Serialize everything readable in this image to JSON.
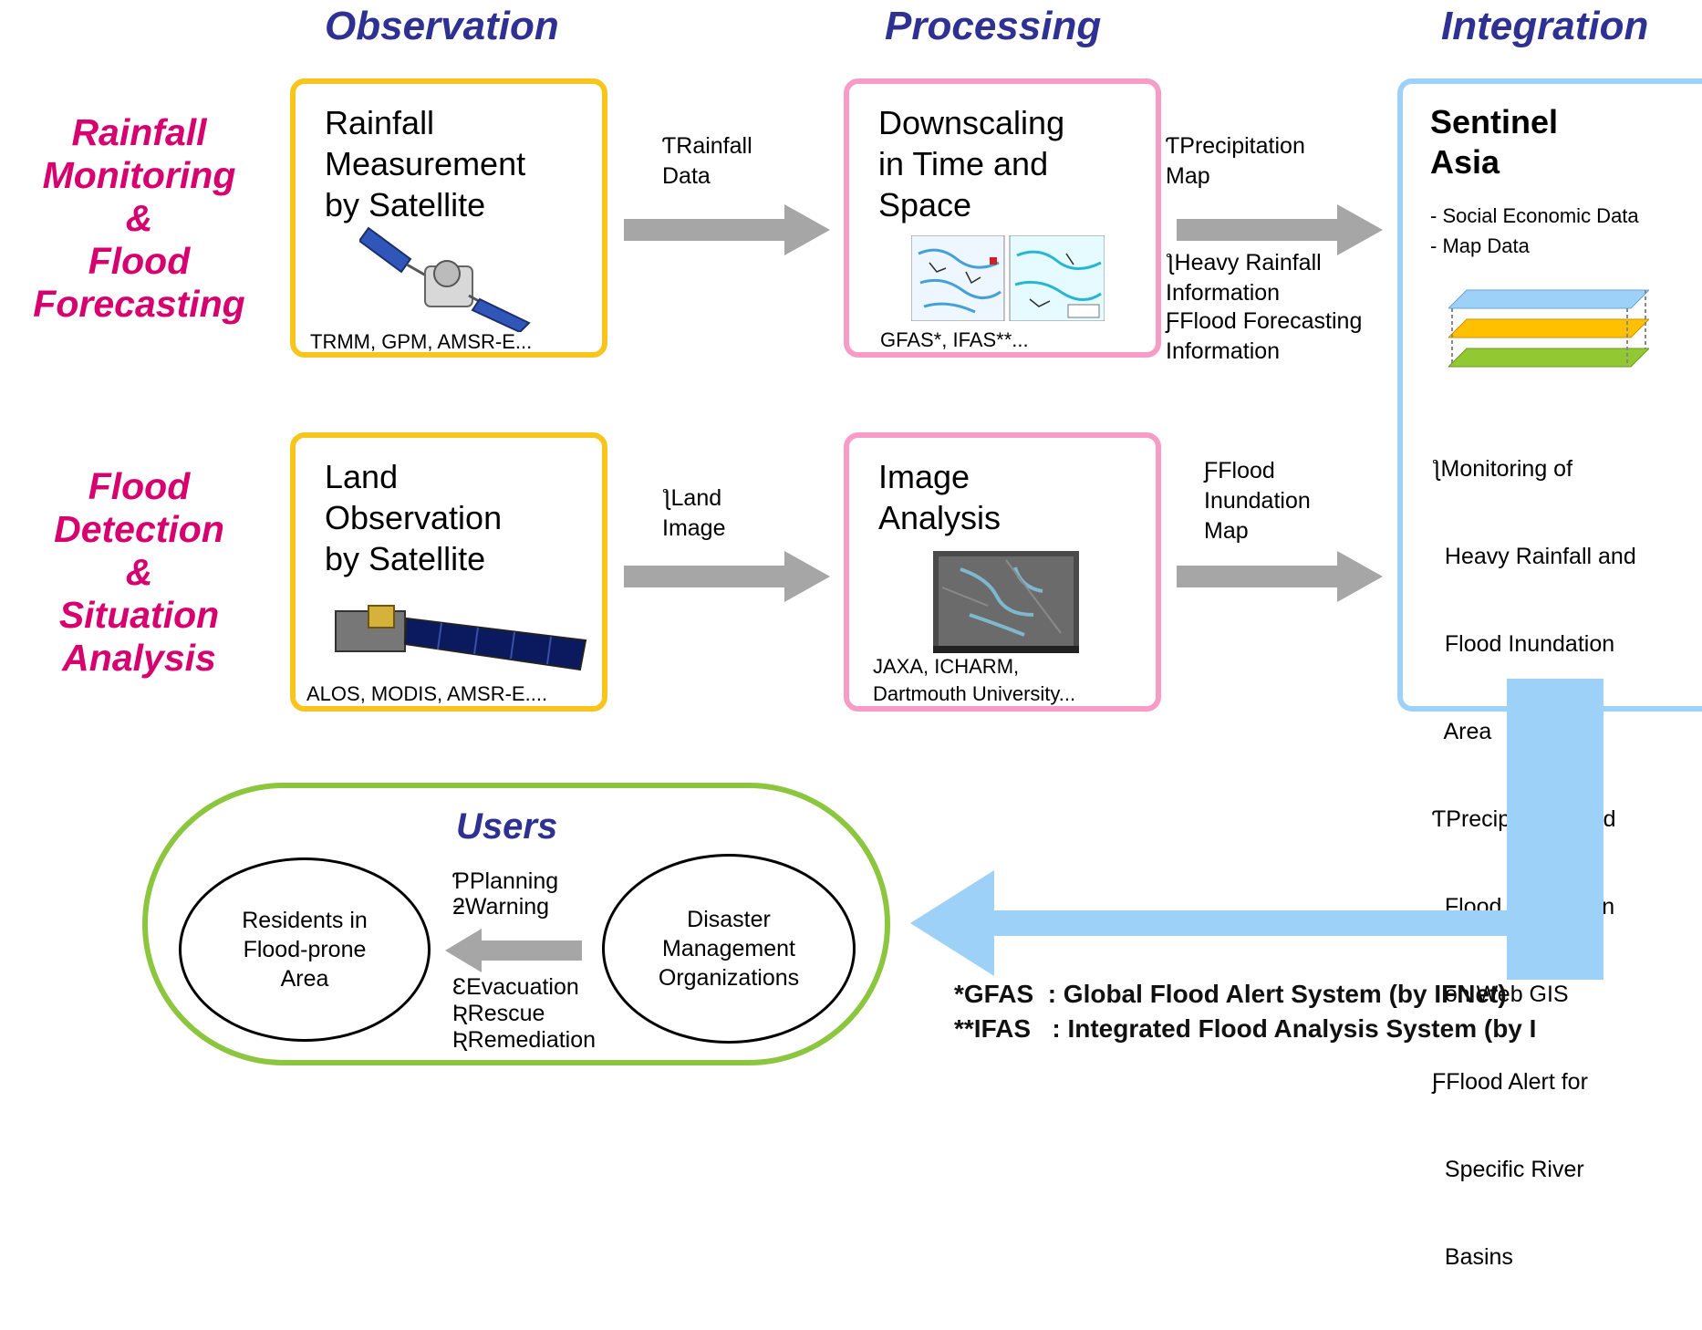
{
  "columns": {
    "observation": "Observation",
    "processing": "Processing",
    "integration": "Integration"
  },
  "rows": {
    "rainfall": [
      "Rainfall",
      "Monitoring",
      "&",
      "Flood",
      "Forecasting"
    ],
    "flood": [
      "Flood",
      "Detection",
      "&",
      "Situation",
      "Analysis"
    ]
  },
  "observation": {
    "rainfall": {
      "title": "Rainfall\nMeasurement\nby Satellite",
      "note": "TRMM, GPM, AMSR-E..."
    },
    "land": {
      "title": "Land\nObservation\nby Satellite",
      "note": "ALOS, MODIS, AMSR-E...."
    }
  },
  "processing": {
    "downscaling": {
      "title": "Downscaling\nin Time and\nSpace",
      "note": "GFAS*, IFAS**..."
    },
    "image": {
      "title": "Image\nAnalysis",
      "note": "JAXA, ICHARM,\nDartmouth University..."
    }
  },
  "arrows": {
    "rainfall_data": "ƬRainfall\n  Data",
    "land_image": "ƪLand\n  Image",
    "precipitation_map": "ƬPrecipitation\n Map",
    "heavy_rainfall": "ƪHeavy Rainfall\n Information",
    "flood_forecasting": "ƑFlood Forecasting\n Information",
    "flood_inundation": "ƑFlood\n  Inundation\n  Map"
  },
  "integration": {
    "title": "Sentinel\nAsia",
    "data_items": [
      "- Social Economic Data",
      "- Map Data"
    ],
    "functions": [
      "ƪMonitoring of",
      "  Heavy Rainfall and",
      "  Flood Inundation",
      "  Area",
      "ƬPrecipitation and",
      "  Flood Inundation",
      "  on Web GIS",
      "ƑFlood Alert for",
      "  Specific River",
      "  Basins"
    ]
  },
  "users": {
    "title": "Users",
    "residents": "Residents in\nFlood-prone\nArea",
    "disaster_mgmt": "Disaster\nManagement\nOrganizations",
    "top_actions": "ƤPlanning\nƻWarning",
    "bottom_actions": "ƐEvacuation\nƦRescue\nƦRemediation"
  },
  "footnotes": {
    "gfas": "*GFAS  : Global Flood Alert System (by IFNet)",
    "ifas": "**IFAS   : Integrated Flood Analysis System (by I"
  },
  "icons": {
    "satellite": "rainfall-satellite-icon",
    "land_satellite": "land-satellite-icon",
    "precip_maps": "precipitation-map-thumbnails",
    "sar_image": "sar-image-thumbnail",
    "layers": "gis-layers-icon"
  },
  "colors": {
    "column_heading": "#2e3192",
    "row_heading": "#d6006e",
    "observation_border": "#f8c51c",
    "processing_border": "#f79bc7",
    "integration_border": "#9ed1f7",
    "users_border": "#8cc63f",
    "arrow_gray": "#a6a6a6",
    "arrow_blue": "#9ed1f7"
  }
}
